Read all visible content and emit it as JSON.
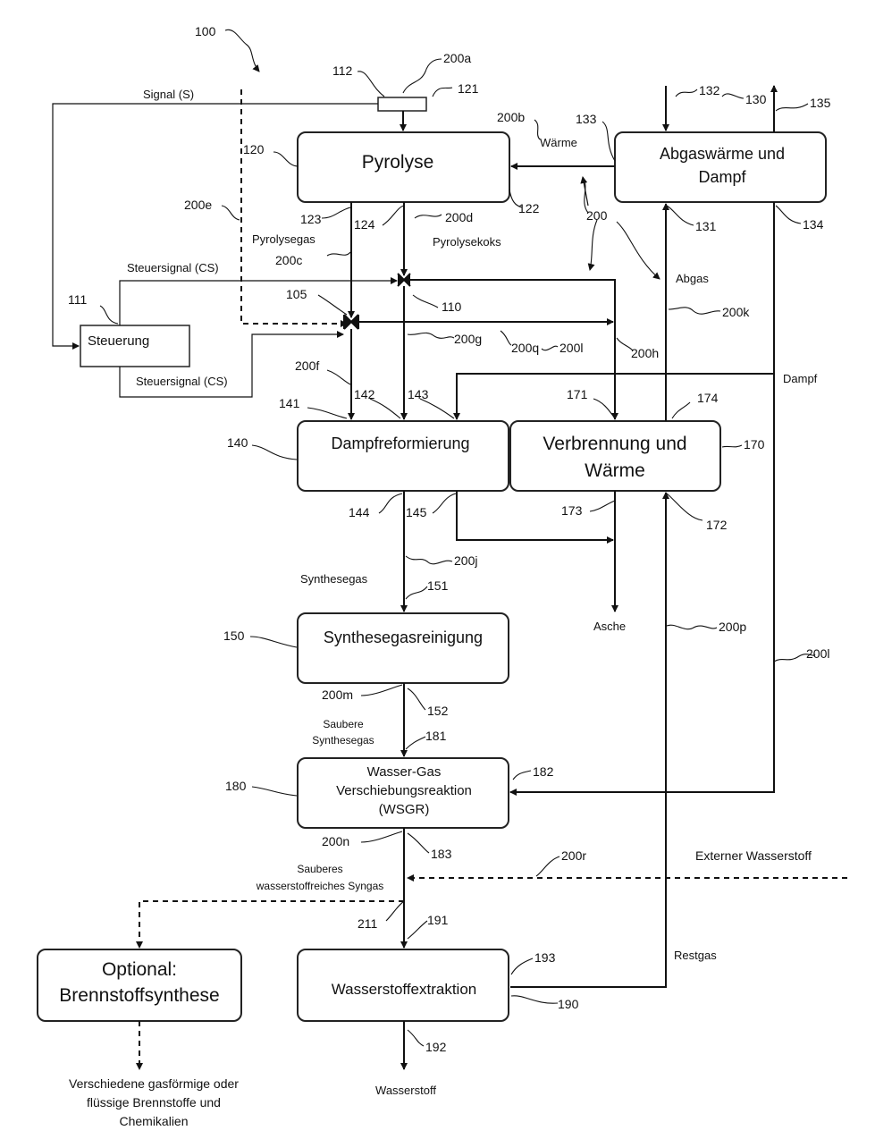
{
  "boxes": {
    "pyrolyse": "Pyrolyse",
    "abgas_line1": "Abgaswärme und",
    "abgas_line2": "Dampf",
    "steuerung": "Steuerung",
    "dampf": "Dampfreformierung",
    "verbrennung_line1": "Verbrennung und",
    "verbrennung_line2": "Wärme",
    "reinigung": "Synthesegasreinigung",
    "wsgr_line1": "Wasser-Gas",
    "wsgr_line2": "Verschiebungsreaktion",
    "wsgr_line3": "(WSGR)",
    "optional_line1": "Optional:",
    "optional_line2": "Brennstoffsynthese",
    "extraktion": "Wasserstoffextraktion"
  },
  "labels": {
    "signal": "Signal (S)",
    "waerme": "Wärme",
    "pyrolysegas": "Pyrolysegas",
    "pyrolysekoks": "Pyrolysekoks",
    "steuersignal_top": "Steuersignal (CS)",
    "steuersignal_bottom": "Steuersignal (CS)",
    "abgas": "Abgas",
    "dampf": "Dampf",
    "synthesegas": "Synthesegas",
    "asche": "Asche",
    "saubere_line1": "Saubere",
    "saubere_line2": "Synthesegas",
    "sauberes_line1": "Sauberes",
    "sauberes_line2": "wasserstoffreiches Syngas",
    "externer": "Externer Wasserstoff",
    "restgas": "Restgas",
    "wasserstoff": "Wasserstoff",
    "output_line1": "Verschiedene gasförmige oder",
    "output_line2": "flüssige Brennstoffe und",
    "output_line3": "Chemikalien"
  },
  "refs": {
    "r100": "100",
    "r112": "112",
    "r200a": "200a",
    "r121": "121",
    "r132": "132",
    "r130": "130",
    "r135": "135",
    "r200b": "200b",
    "r133": "133",
    "r120": "120",
    "r122": "122",
    "r131": "131",
    "r134": "134",
    "r200e": "200e",
    "r123": "123",
    "r124": "124",
    "r200d": "200d",
    "r200": "200",
    "r200c": "200c",
    "r111": "111",
    "r105": "105",
    "r110": "110",
    "r200k": "200k",
    "r200g": "200g",
    "r200q": "200q",
    "r200l_top": "200l",
    "r200h": "200h",
    "r200f": "200f",
    "r141": "141",
    "r142": "142",
    "r143": "143",
    "r171": "171",
    "r174": "174",
    "r140": "140",
    "r170": "170",
    "r144": "144",
    "r145": "145",
    "r173": "173",
    "r172": "172",
    "r200j": "200j",
    "r151": "151",
    "r150": "150",
    "r200p": "200p",
    "r200l_right": "200l",
    "r200m": "200m",
    "r152": "152",
    "r181": "181",
    "r180": "180",
    "r182": "182",
    "r200n": "200n",
    "r183": "183",
    "r200r": "200r",
    "r211": "211",
    "r191": "191",
    "r193": "193",
    "r190": "190",
    "r192": "192"
  }
}
